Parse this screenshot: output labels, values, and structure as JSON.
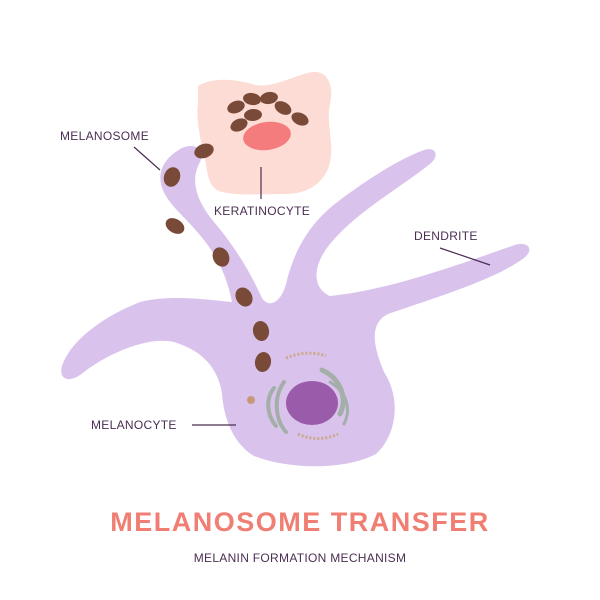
{
  "diagram": {
    "title": "MELANOSOME TRANSFER",
    "subtitle": "MELANIN FORMATION MECHANISM",
    "labels": {
      "melanosome": "MELANOSOME",
      "keratinocyte": "KERATINOCYTE",
      "dendrite": "DENDRITE",
      "melanocyte": "MELANOCYTE"
    }
  },
  "colors": {
    "title": "#f07e73",
    "melanocyte_body": "#d9c3ec",
    "keratinocyte_cell": "#fcdcd4",
    "keratinocyte_nucleus": "#f57c7c",
    "melanosome": "#7a4a38",
    "nucleus": "#9b5bab",
    "golgi": "#a4afa9",
    "text": "#4a2e52"
  }
}
